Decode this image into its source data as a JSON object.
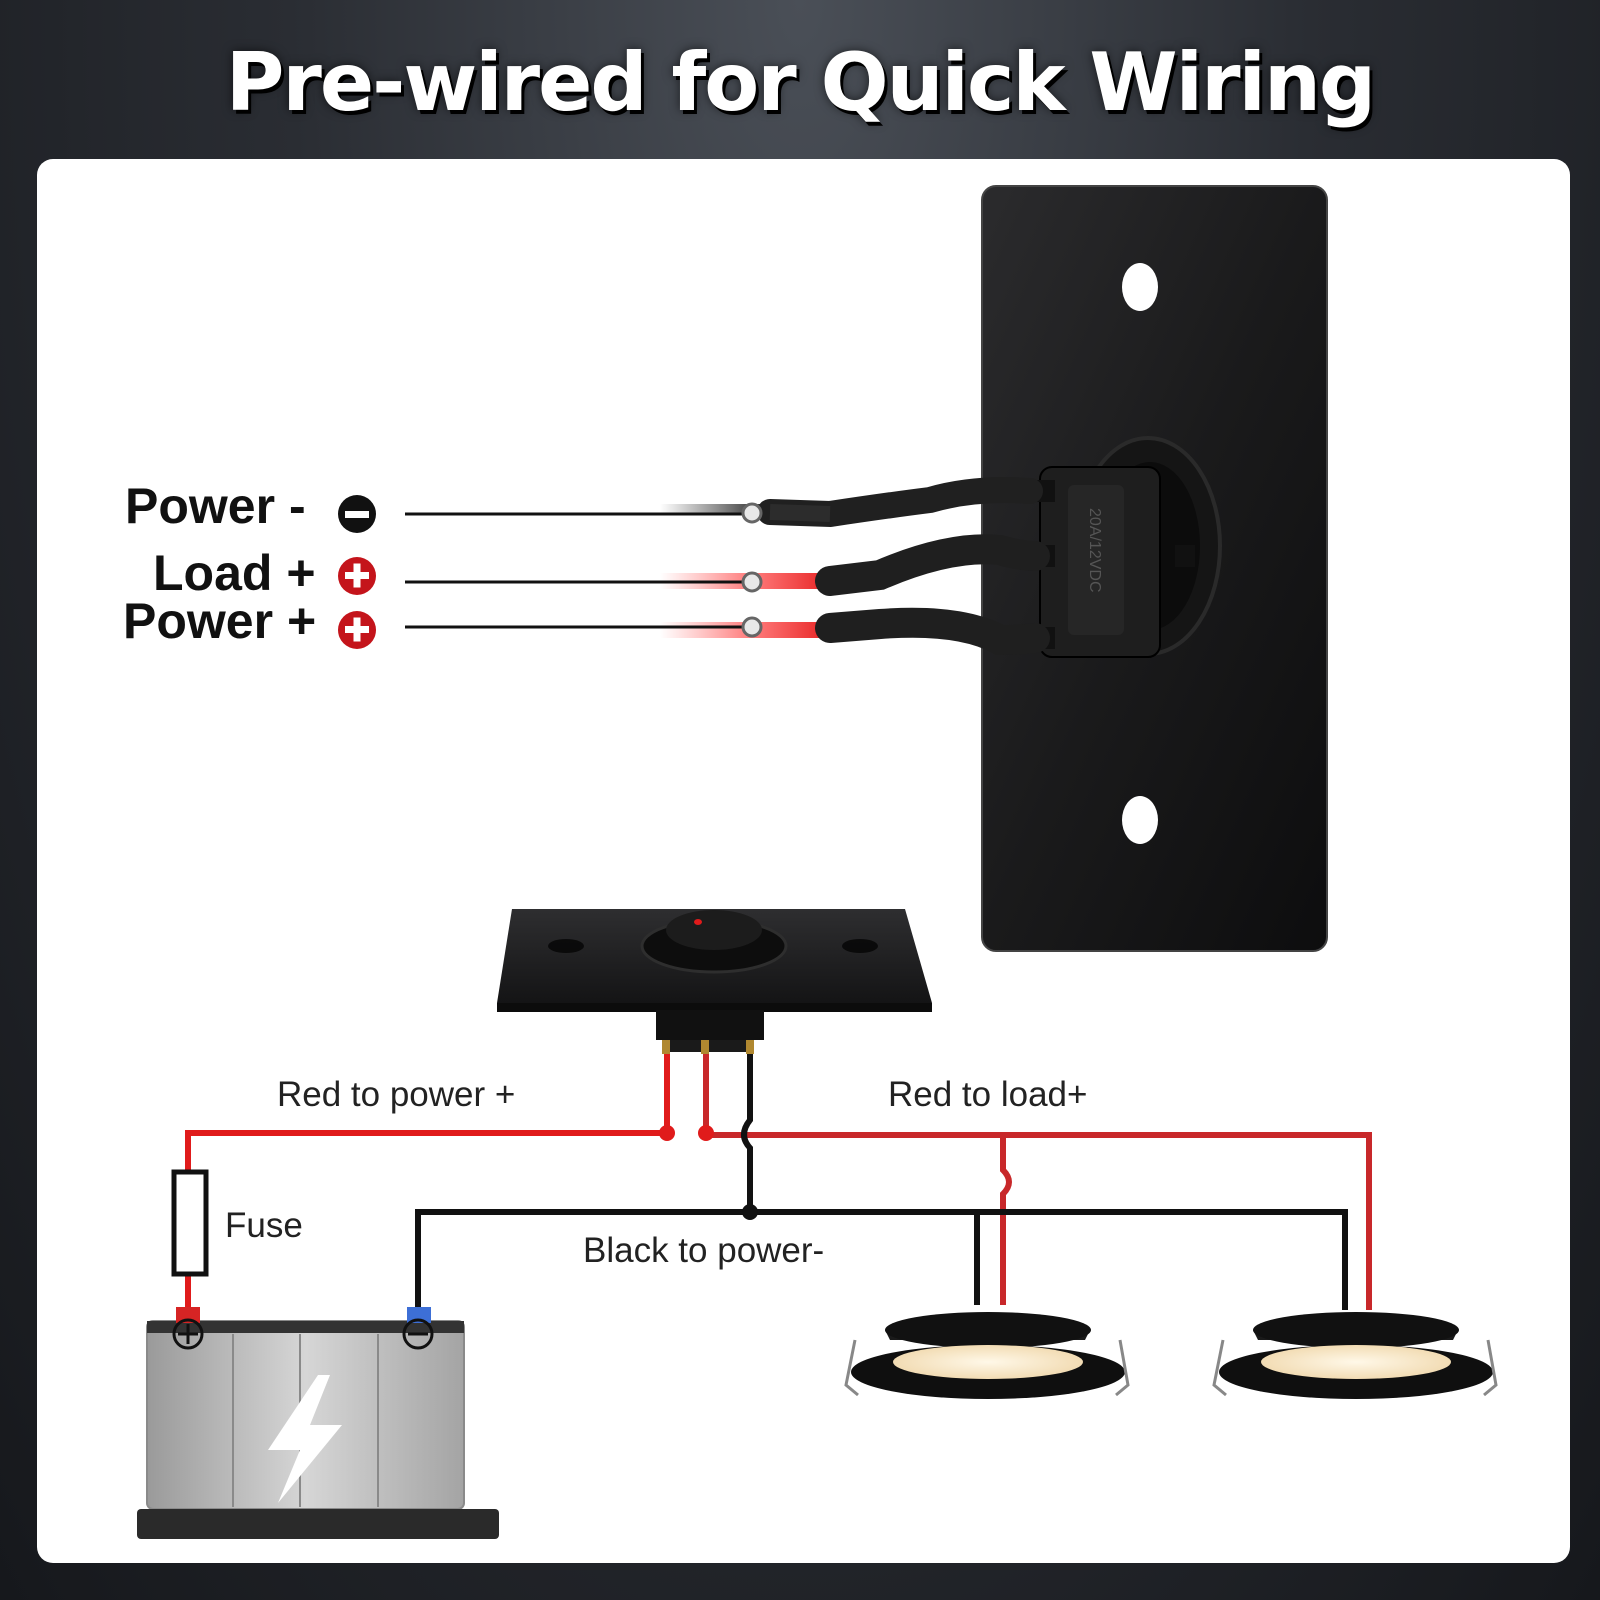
{
  "header": {
    "title": "Pre-wired for Quick Wiring"
  },
  "terminal_labels": {
    "power_neg": "Power -",
    "load_pos": "Load +",
    "power_pos": "Power +"
  },
  "socket_print": "20A/12VDC",
  "wiring_labels": {
    "red_to_power": "Red to power +",
    "red_to_load": "Red to load+",
    "black_to_power": "Black to power-",
    "fuse": "Fuse"
  },
  "colors": {
    "red_wire": "#e01b1b",
    "load_wire": "#c8282a",
    "black_wire": "#111111",
    "plus_badge": "#c4141b",
    "minus_badge": "#111111"
  }
}
